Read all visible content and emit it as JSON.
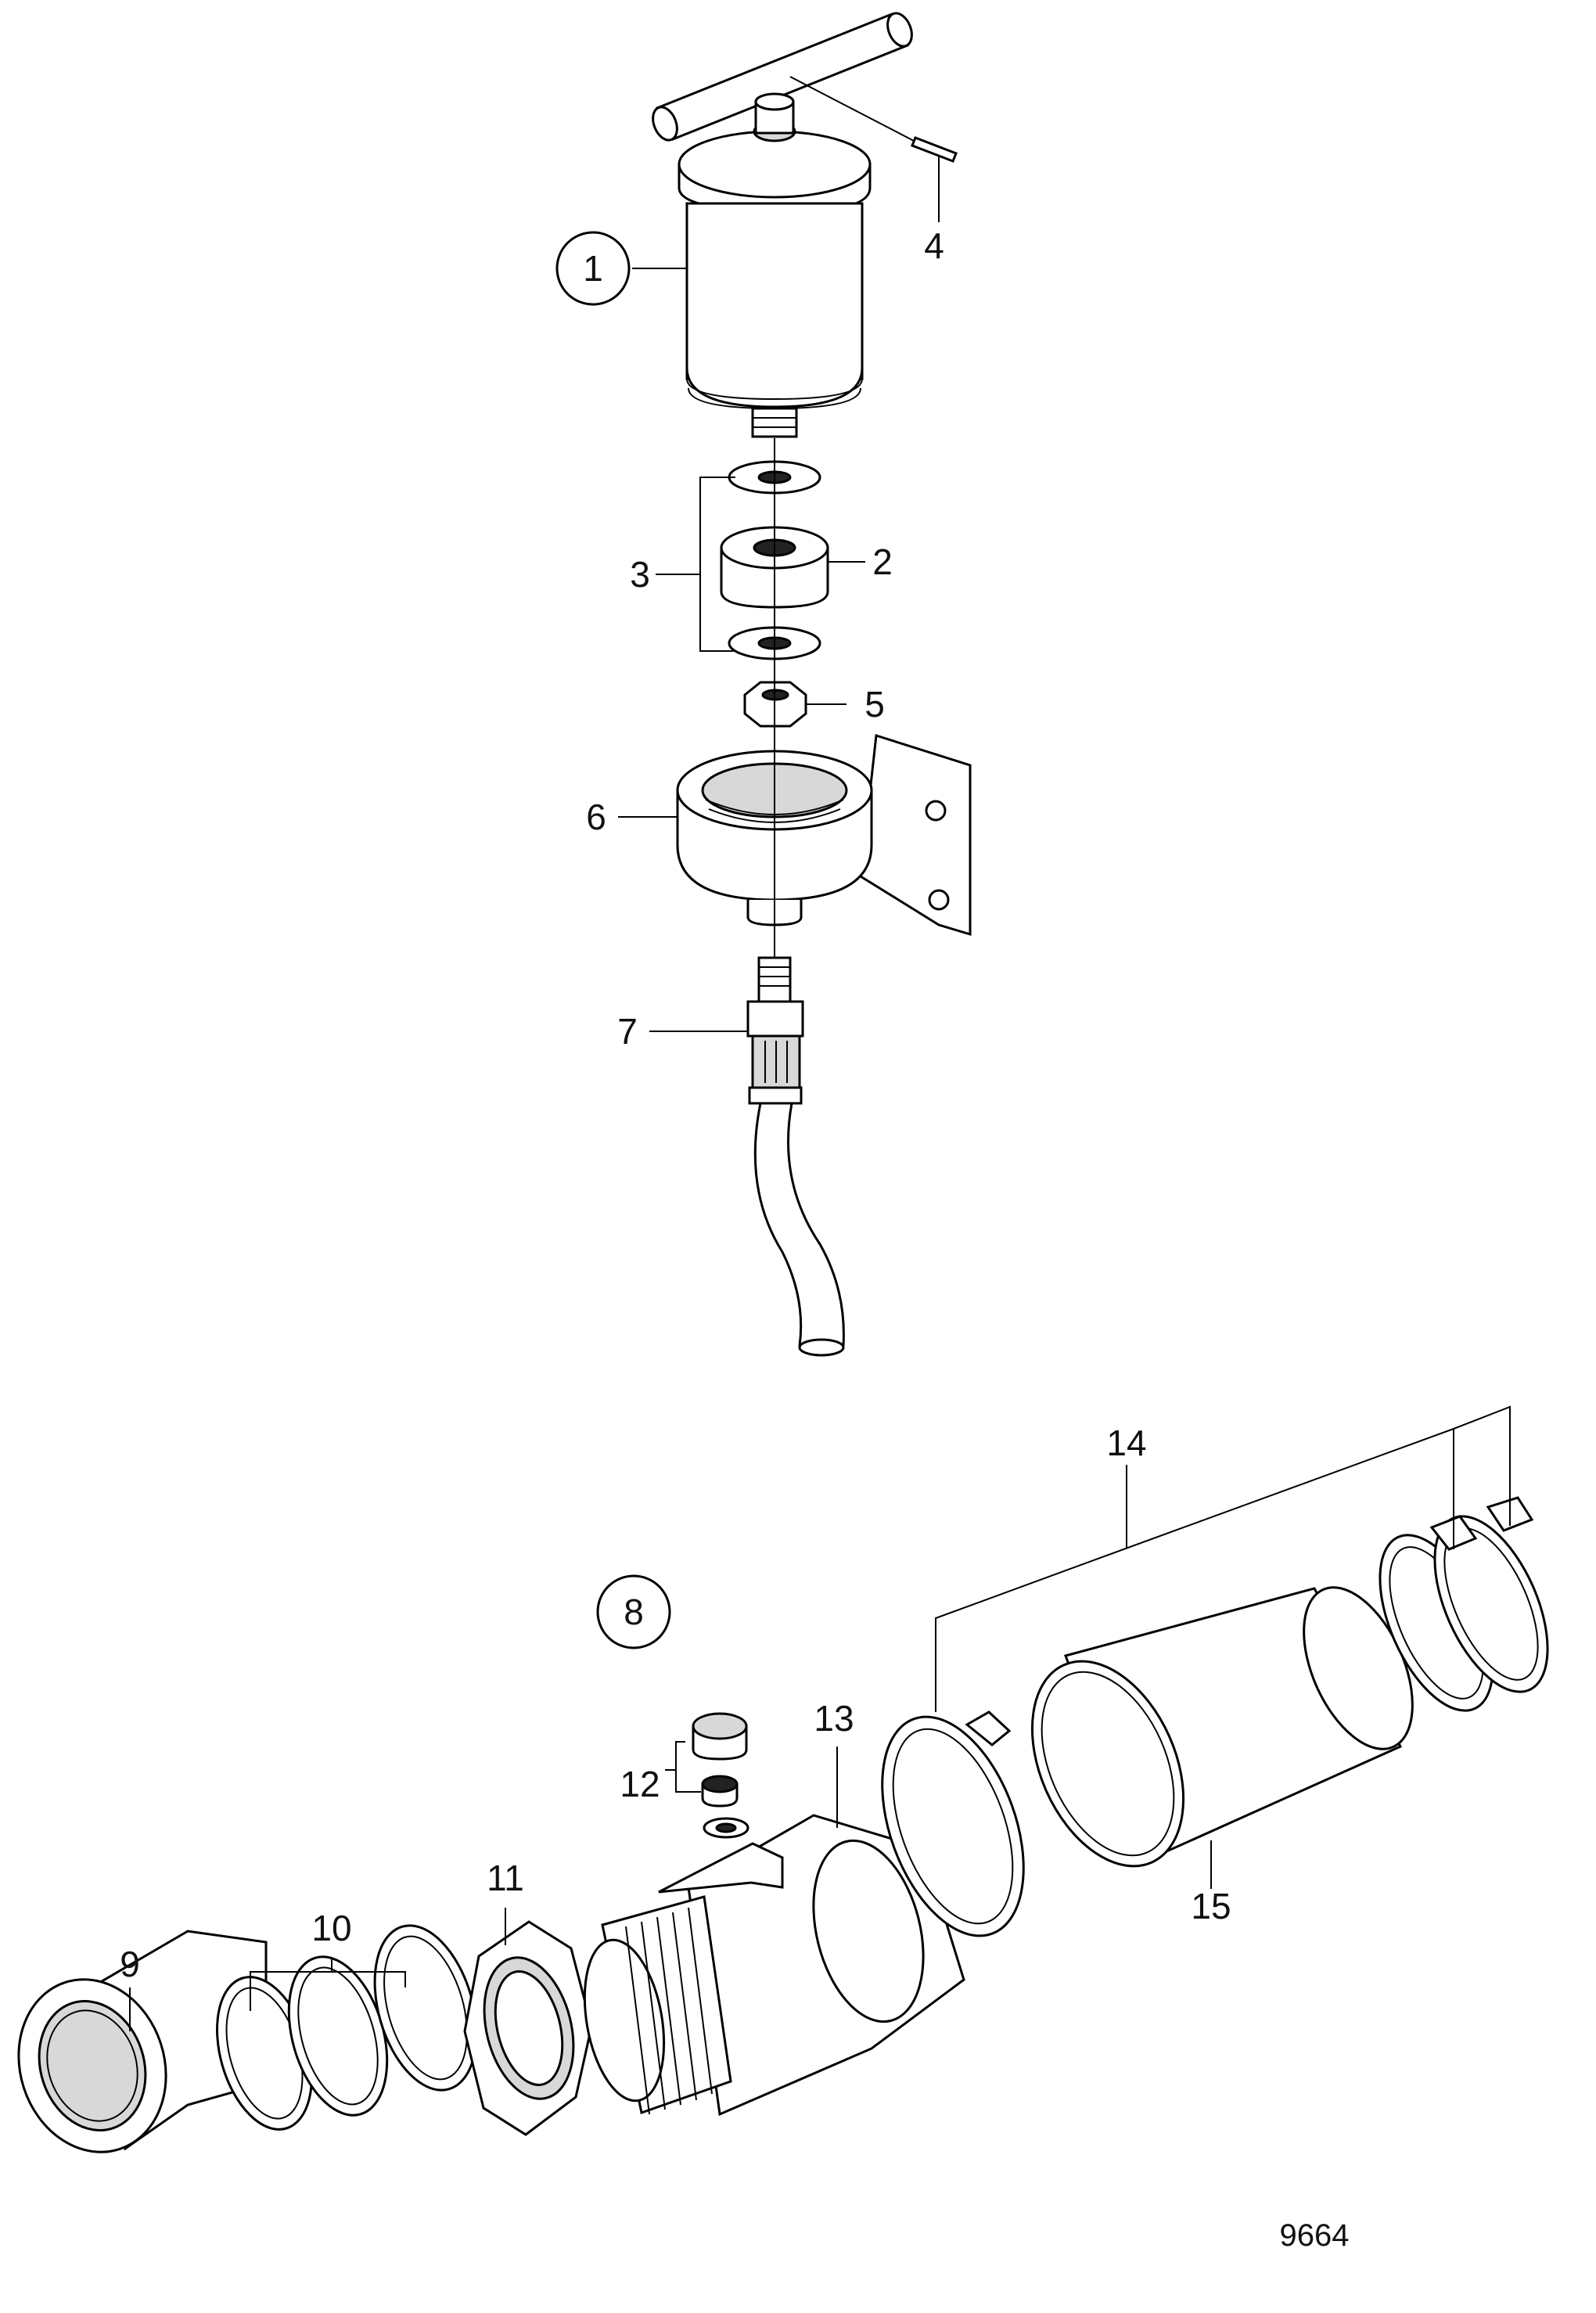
{
  "figure": {
    "number": "9664",
    "callouts": [
      {
        "id": "1",
        "circled": true
      },
      {
        "id": "2",
        "circled": false
      },
      {
        "id": "3",
        "circled": false
      },
      {
        "id": "4",
        "circled": false
      },
      {
        "id": "5",
        "circled": false
      },
      {
        "id": "6",
        "circled": false
      },
      {
        "id": "7",
        "circled": false
      },
      {
        "id": "8",
        "circled": true
      },
      {
        "id": "9",
        "circled": false
      },
      {
        "id": "10",
        "circled": false
      },
      {
        "id": "11",
        "circled": false
      },
      {
        "id": "12",
        "circled": false
      },
      {
        "id": "13",
        "circled": false
      },
      {
        "id": "14",
        "circled": false
      },
      {
        "id": "15",
        "circled": false
      }
    ]
  }
}
